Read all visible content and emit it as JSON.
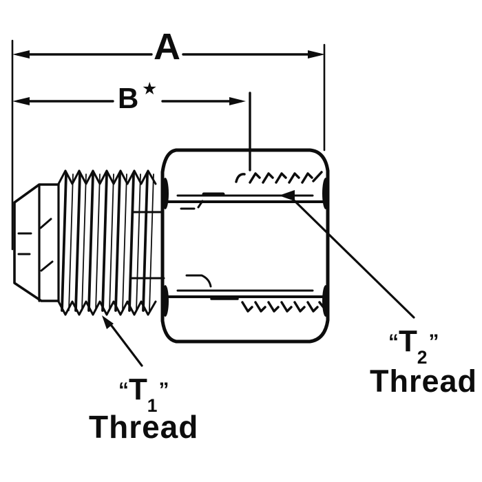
{
  "colors": {
    "ink": "#0d0d0d",
    "paper": "#ffffff"
  },
  "dimensions": {
    "a_label": "A",
    "b_label": "B",
    "b_star": "★"
  },
  "labels": {
    "t1": {
      "open": "“",
      "letter": "T",
      "sub": "1",
      "close": "”",
      "word": "Thread"
    },
    "t2": {
      "open": "“",
      "letter": "T",
      "sub": "2",
      "close": "”",
      "word": "Thread"
    }
  }
}
